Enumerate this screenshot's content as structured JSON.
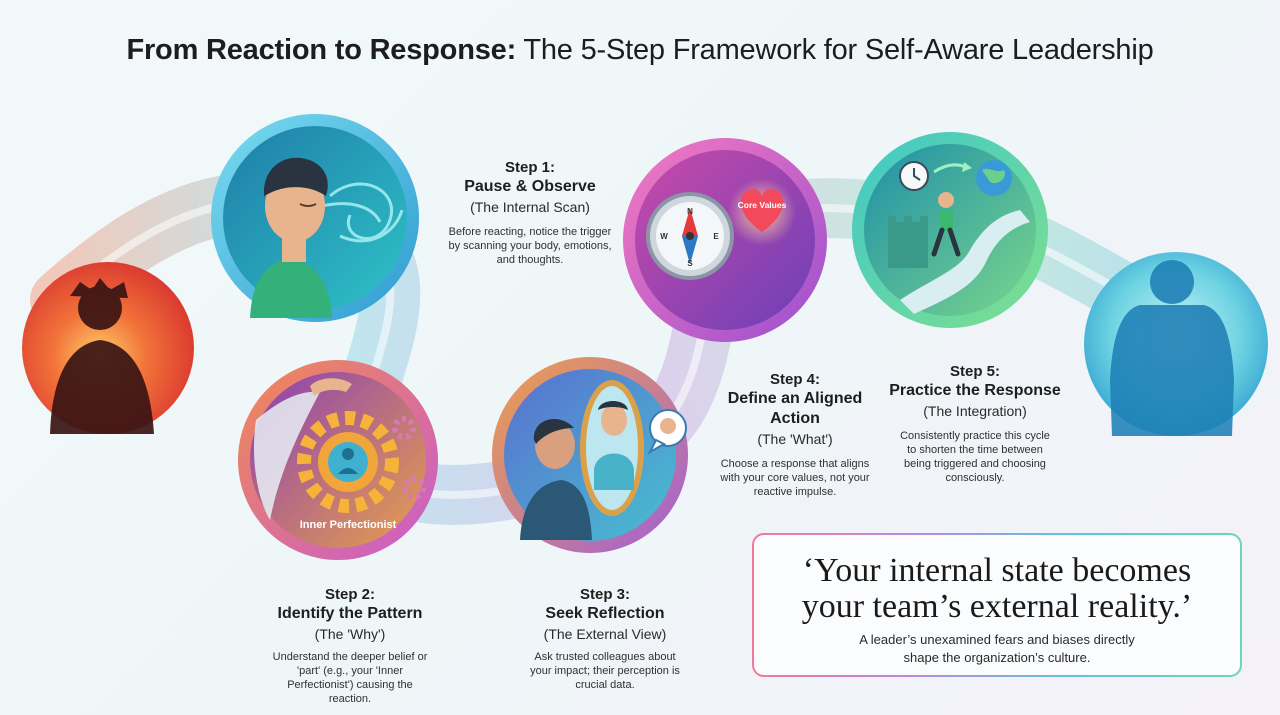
{
  "title": {
    "bold": "From Reaction to Response:",
    "rest": " The 5-Step Framework for Self-Aware Leadership"
  },
  "steps": [
    {
      "num": "Step 1:",
      "name": "Pause & Observe",
      "sub": "(The Internal Scan)",
      "desc": "Before reacting, notice the trigger by scanning your body, emotions, and thoughts."
    },
    {
      "num": "Step 2:",
      "name": "Identify the Pattern",
      "sub": "(The 'Why')",
      "desc": "Understand the deeper belief or 'part' (e.g., your 'Inner Perfectionist') causing the reaction."
    },
    {
      "num": "Step 3:",
      "name": "Seek Reflection",
      "sub": "(The External View)",
      "desc": "Ask trusted colleagues about your impact; their perception is crucial data."
    },
    {
      "num": "Step 4:",
      "name": "Define an Aligned Action",
      "sub": "(The 'What')",
      "desc": "Choose a response that aligns with your core values, not your reactive impulse."
    },
    {
      "num": "Step 5:",
      "name": "Practice the Response",
      "sub": "(The Integration)",
      "desc": "Consistently practice this cycle to shorten the time between being triggered and choosing consciously."
    }
  ],
  "illustration_labels": {
    "inner_perfectionist": "Inner Perfectionist",
    "core_values": "Core Values",
    "compass_n": "N",
    "compass_e": "E",
    "compass_w": "W",
    "compass_s": "S"
  },
  "quote": {
    "text": "‘Your internal state becomes your team’s external reality.’",
    "sub": "A leader’s unexamined fears and biases directly shape the organization’s culture."
  },
  "colors": {
    "reactive": "#e8452c",
    "teal": "#2ab7c8",
    "purple": "#9b4fcf",
    "green": "#58c98a",
    "conscious": "#3aa8d8"
  }
}
